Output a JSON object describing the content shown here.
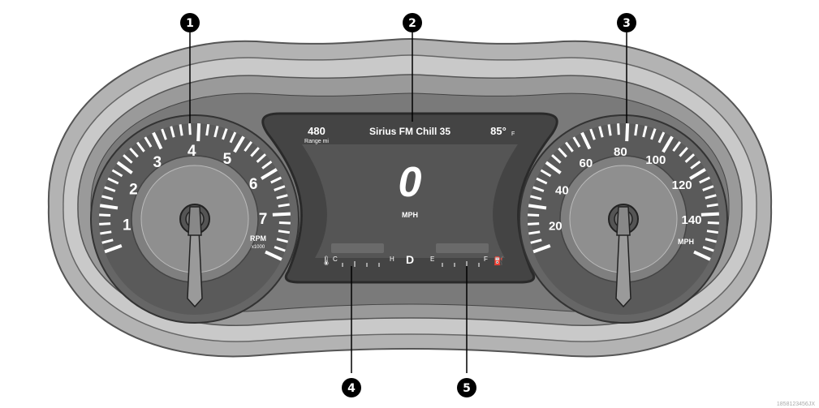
{
  "callouts": [
    {
      "number": "1",
      "target": "tachometer"
    },
    {
      "number": "2",
      "target": "driver-information-display"
    },
    {
      "number": "3",
      "target": "speedometer"
    },
    {
      "number": "4",
      "target": "temperature-gauge"
    },
    {
      "number": "5",
      "target": "fuel-gauge"
    }
  ],
  "tachometer": {
    "labels": [
      "1",
      "2",
      "3",
      "4",
      "5",
      "6",
      "7"
    ],
    "unit_line1": "RPM",
    "unit_line2": "x1000"
  },
  "speedometer": {
    "labels": [
      "20",
      "40",
      "60",
      "80",
      "100",
      "120",
      "140"
    ],
    "unit": "MPH"
  },
  "display": {
    "range_value": "480",
    "range_label": "Range mi",
    "radio": "Sirius FM Chill 35",
    "temperature": "85°",
    "temperature_unit": "F",
    "speed": "0",
    "speed_unit": "MPH",
    "gear": "D",
    "temp_cold": "C",
    "temp_hot": "H",
    "fuel_empty": "E",
    "fuel_full": "F"
  },
  "figure_code": "1858123456JX"
}
